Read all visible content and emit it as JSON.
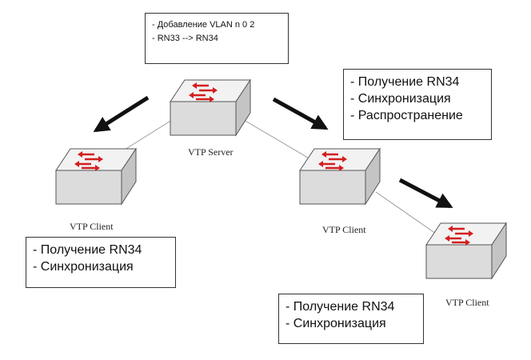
{
  "colors": {
    "switch_top": "#f2f2f2",
    "switch_front": "#dcdcdc",
    "switch_side": "#c4c4c4",
    "switch_arrow": "#d41e1e",
    "arrow": "#111111",
    "link": "#9a9a9a"
  },
  "nodes": {
    "server": {
      "label": "VTP Server",
      "icon": "switch-icon"
    },
    "client_left": {
      "label": "VTP Client",
      "icon": "switch-icon"
    },
    "client_mid": {
      "label": "VTP Client",
      "icon": "switch-icon"
    },
    "client_right": {
      "label": "VTP Client",
      "icon": "switch-icon"
    }
  },
  "notes": {
    "server": {
      "lines": [
        "- Добавление VLAN n 0 2",
        "- RN33 --> RN34"
      ]
    },
    "mid": {
      "lines": [
        "- Получение RN34",
        "- Синхронизация",
        "- Распространение"
      ]
    },
    "left": {
      "lines": [
        "- Получение RN34",
        "- Синхронизация"
      ]
    },
    "right": {
      "lines": [
        "- Получение RN34",
        "- Синхронизация"
      ]
    }
  }
}
